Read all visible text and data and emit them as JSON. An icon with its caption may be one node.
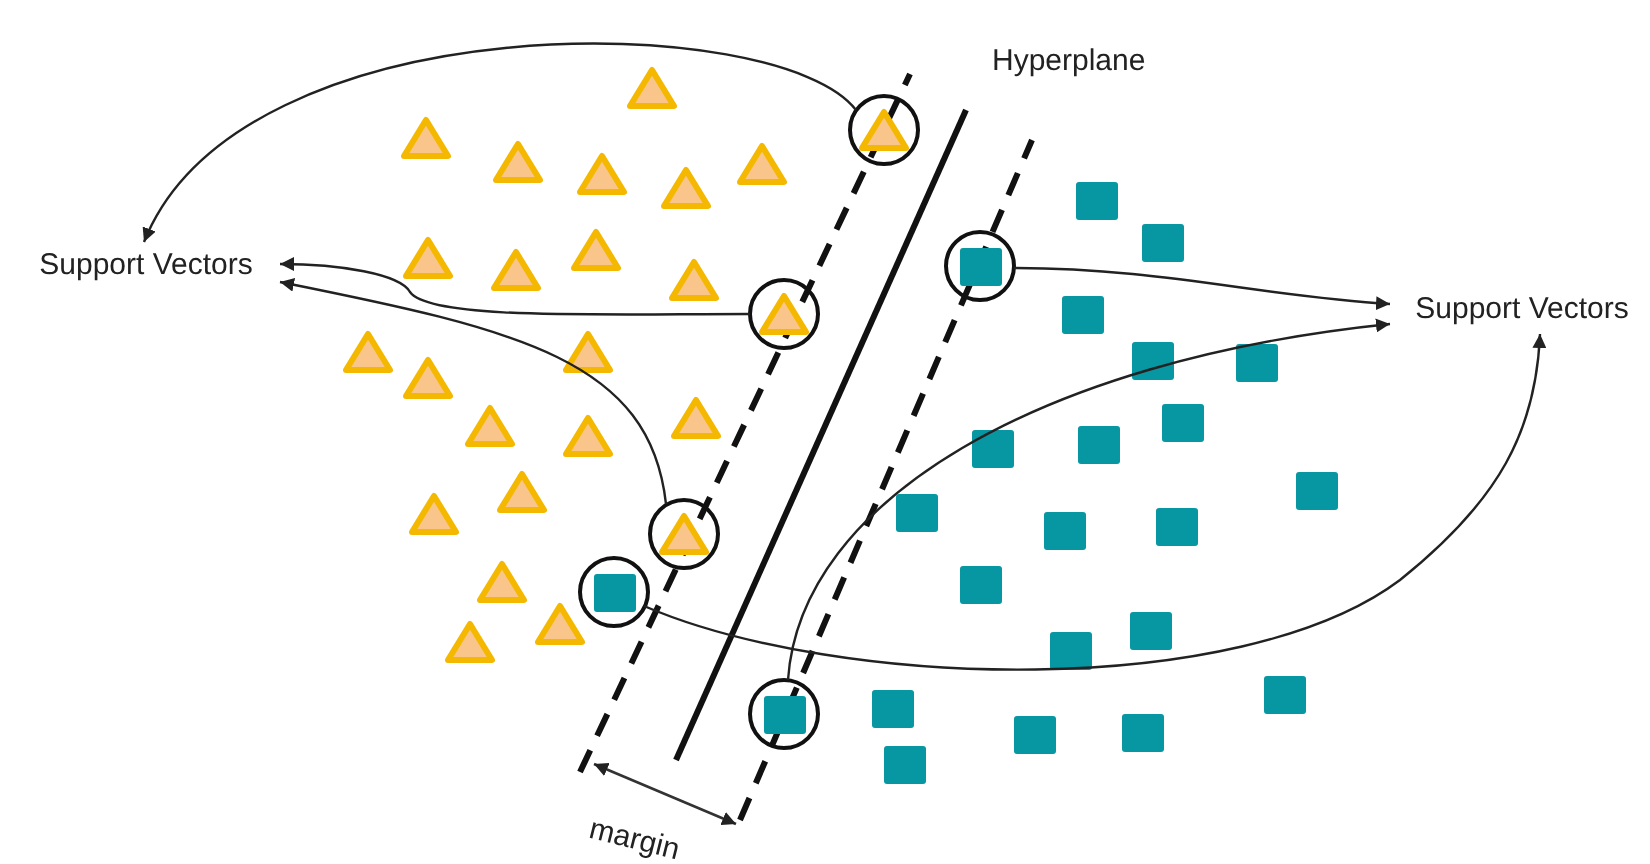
{
  "diagram": {
    "nodes": [
      {
        "text": [
          "Support Vectors"
        ]
      },
      {
        "text": [],
        "shape": "circle"
      },
      {
        "text": [],
        "shape": "circle"
      },
      {
        "text": [],
        "shape": "circle"
      },
      {
        "text": [
          "Support Vectors"
        ]
      },
      {
        "text": [],
        "shape": "circle"
      },
      {
        "text": [],
        "shape": "circle"
      },
      {
        "text": [],
        "shape": "circle"
      }
    ],
    "edges": [
      {
        "from": 1,
        "to": 0,
        "arrow": "to"
      },
      {
        "from": 3,
        "to": 0,
        "arrow": "to"
      },
      {
        "from": 5,
        "to": 0,
        "arrow": "to"
      },
      {
        "from": 2,
        "to": 4,
        "arrow": "to"
      },
      {
        "from": 7,
        "to": 4,
        "arrow": "to"
      },
      {
        "from": 6,
        "to": 4,
        "arrow": "to"
      }
    ],
    "labels": [
      "Hyperplane",
      "margin"
    ]
  }
}
